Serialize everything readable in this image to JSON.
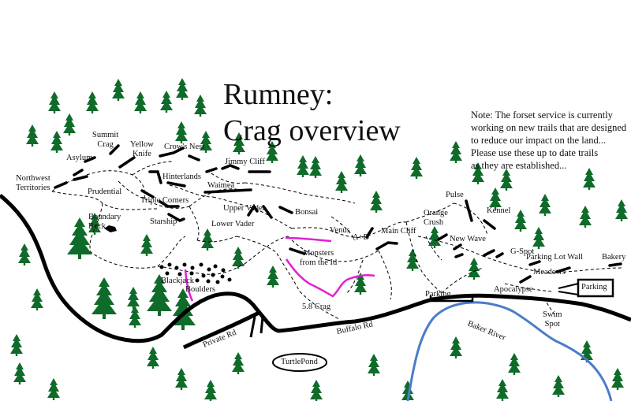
{
  "title": {
    "line1": "Rumney:",
    "line2": "Crag overview"
  },
  "note": {
    "line1": "Note: The forset service is currently",
    "line2": "working on new trails that are designed",
    "line3": "to reduce our impact on the land...",
    "line4": "Please use these up to date trails",
    "line5": "as they are established..."
  },
  "crags": {
    "northwest_1": "Northwest",
    "northwest_2": "Territories",
    "asylum": "Asylum",
    "summit_1": "Summit",
    "summit_2": "Crag",
    "yellow_1": "Yellow",
    "yellow_2": "Knife",
    "crows_nest": "Crow's Nest",
    "jimmy_cliff": "Jimmy Cliff",
    "hinterlands": "Hinterlands",
    "waimea": "Waimea",
    "prudential": "Prudential",
    "triple_corners": "Triple Corners",
    "upper_vader": "Upper Vader",
    "bonsai": "Bonsai",
    "boundary_1": "Boundary",
    "boundary_2": "Rock",
    "starship": "Starship",
    "lower_vader": "Lower Vader",
    "venus": "Venus",
    "a_plus_d": "A+D",
    "main_cliff": "Main Cliff",
    "pulse": "Pulse",
    "orange_1": "Orange",
    "orange_2": "Crush",
    "kennel": "Kennel",
    "new_wave": "New Wave",
    "g_spot": "G-Spot",
    "monsters_1": "Monsters",
    "monsters_2": "from the Id",
    "blackjack": "Blackjack",
    "boulders": "Boulders",
    "five_eight": "5.8 Crag",
    "apocalypse": "Apocalypse",
    "meadows": "Meadows",
    "parking_lot_wall": "Parking Lot Wall",
    "bakery": "Bakery"
  },
  "places": {
    "parking_main": "Parking",
    "parking_east": "Parking",
    "private_rd": "Private Rd",
    "buffalo_rd": "Buffalo Rd",
    "turtle_pond": "TurtlePond",
    "baker_river": "Baker River",
    "swim_1": "Swim",
    "swim_2": "Spot"
  },
  "colors": {
    "road": "#000000",
    "trail": "#000000",
    "new_trail": "#e21fd6",
    "river": "#4a7cc9",
    "tree": "#0f6b2a",
    "background": "#ffffff"
  }
}
